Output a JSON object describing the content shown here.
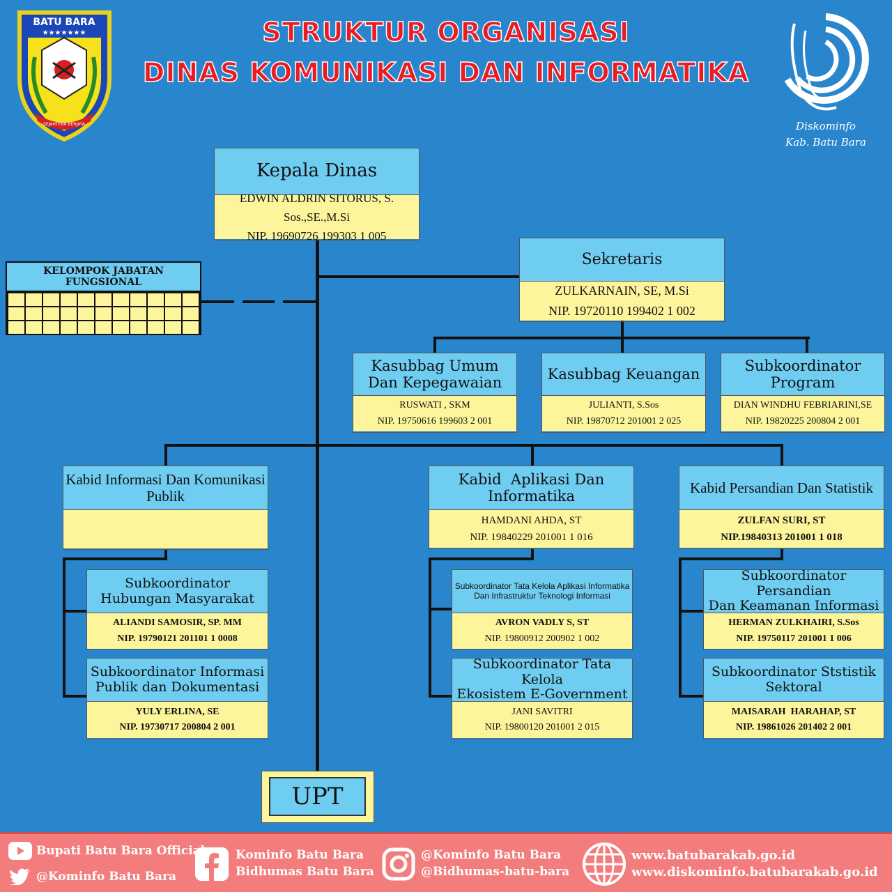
{
  "header": {
    "title_line1": "STRUKTUR ORGANISASI",
    "title_line2": "DINAS KOMUNIKASI DAN INFORMATIKA"
  },
  "logo_left": {
    "label_top": "BATU BARA",
    "label_bottom": "SEJAHTERA BERJAYA"
  },
  "logo_right": {
    "caption_line1": "Diskominfo",
    "caption_line2": "Kab. Batu Bara"
  },
  "colors": {
    "background": "#2a86cc",
    "header_cell": "#70cdf2",
    "name_cell": "#fdf59b",
    "title": "#e81d24",
    "footer": "#f37c7c"
  },
  "kepala": {
    "title": "Kepala Dinas",
    "name": "EDWIN ALDRIN SITORUS, S. Sos.,SE.,M.Si",
    "nip": "NIP. 19690726 199303 1 005"
  },
  "sekretaris": {
    "title": "Sekretaris",
    "name": "ZULKARNAIN, SE, M.Si",
    "nip": "NIP. 19720110 199402 1 002"
  },
  "fungsional": {
    "title_line1": "KELOMPOK JABATAN",
    "title_line2": "FUNGSIONAL"
  },
  "kasubbag_umum": {
    "title_line1": "Kasubbag Umum",
    "title_line2": "Dan Kepegawaian",
    "name": "RUSWATI , SKM",
    "nip": "NIP. 19750616 199603 2 001"
  },
  "kasubbag_keuangan": {
    "title": "Kasubbag Keuangan",
    "name": "JULIANTI, S.Sos",
    "nip": "NIP. 19870712 201001 2 025"
  },
  "subkoor_program": {
    "title_line1": "Subkoordinator",
    "title_line2": "Program",
    "name": "DIAN WINDHU FEBRIARINI,SE",
    "nip": "NIP. 19820225 200804 2 001"
  },
  "kabid_ikp": {
    "title_line1": "Kabid Informasi Dan Komunikasi",
    "title_line2": "Publik"
  },
  "kabid_aplikasi": {
    "title_line1": "Kabid  Aplikasi Dan",
    "title_line2": "Informatika",
    "name": "HAMDANI AHDA, ST",
    "nip": "NIP. 19840229 201001 1 016"
  },
  "kabid_persandian": {
    "title": "Kabid Persandian Dan Statistik",
    "name": "ZULFAN SURI, ST",
    "nip": "NIP.19840313 201001 1 018"
  },
  "subkoor_humas": {
    "title_line1": "Subkoordinator",
    "title_line2": "Hubungan Masyarakat",
    "name": "ALIANDI SAMOSIR, SP. MM",
    "nip": "NIP. 19790121 201101 1 0008"
  },
  "subkoor_ipd": {
    "title_line1": "Subkoordinator Informasi",
    "title_line2": "Publik dan Dokumentasi",
    "name": "YULY ERLINA, SE",
    "nip": "NIP. 19730717 200804 2 001"
  },
  "subkoor_tka": {
    "title_line1": "Subkoordinator Tata Kelola Aplikasi Informatika",
    "title_line2": "Dan Infrastruktur Teknologi Informasi",
    "name": "AVRON VADLY S, ST",
    "nip": "NIP. 19800912 200902 1 002"
  },
  "subkoor_egov": {
    "title_line1": "Subkoordinator Tata Kelola",
    "title_line2": "Ekosistem E-Government",
    "name": "JANI SAVITRI",
    "nip": "NIP. 19800120 201001 2 015"
  },
  "subkoor_sandi": {
    "title_line1": "Subkoordinator Persandian",
    "title_line2": "Dan Keamanan Informasi",
    "name": "HERMAN ZULKHAIRI, S.Sos",
    "nip": "NIP. 19750117 201001 1 006"
  },
  "subkoor_statistik": {
    "title_line1": "Subkoordinator Ststistik",
    "title_line2": "Sektoral",
    "name": "MAISARAH  HARAHAP, ST",
    "nip": "NIP. 19861026 201402 2 001"
  },
  "upt": {
    "label": "UPT"
  },
  "footer": {
    "youtube": "Bupati Batu Bara Official",
    "twitter": "@Kominfo Batu Bara",
    "facebook_line1": "Kominfo Batu Bara",
    "facebook_line2": "Bidhumas Batu Bara",
    "instagram_line1": "@Kominfo Batu Bara",
    "instagram_line2": "@Bidhumas-batu-bara",
    "web_line1": "www.batubarakab.go.id",
    "web_line2": "www.diskominfo.batubarakab.go.id"
  }
}
